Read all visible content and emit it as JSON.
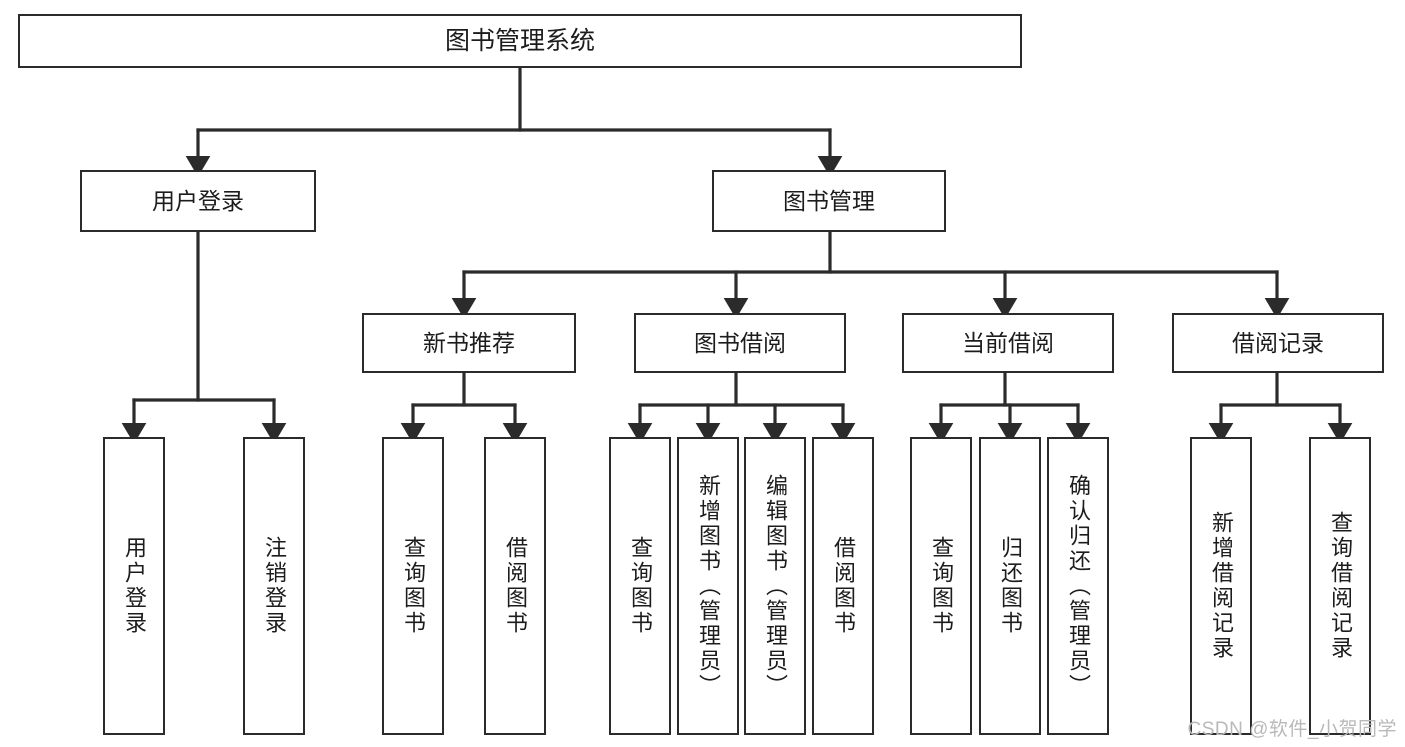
{
  "diagram": {
    "type": "tree",
    "title": "图书管理系统",
    "orientation": "top-down",
    "edge_style": "orthogonal-arrow",
    "colors": {
      "box_border": "#2b2b2b",
      "box_fill": "#ffffff",
      "text": "#1c1c1c",
      "edge": "#2b2b2b",
      "watermark": "#b9b9b9",
      "background": "#ffffff"
    },
    "root": {
      "id": "root",
      "label": "图书管理系统",
      "orientation": "horizontal"
    },
    "level2": [
      {
        "id": "user-login",
        "label": "用户登录",
        "orientation": "horizontal"
      },
      {
        "id": "book-manage",
        "label": "图书管理",
        "orientation": "horizontal"
      }
    ],
    "level3": [
      {
        "id": "new-book-recommend",
        "label": "新书推荐",
        "orientation": "horizontal",
        "parent": "book-manage"
      },
      {
        "id": "book-borrow",
        "label": "图书借阅",
        "orientation": "horizontal",
        "parent": "book-manage"
      },
      {
        "id": "current-borrow",
        "label": "当前借阅",
        "orientation": "horizontal",
        "parent": "book-manage"
      },
      {
        "id": "borrow-record",
        "label": "借阅记录",
        "orientation": "horizontal",
        "parent": "book-manage"
      }
    ],
    "leaves": [
      {
        "id": "leaf-user-login",
        "label": "用户登录",
        "parent": "user-login",
        "orientation": "vertical"
      },
      {
        "id": "leaf-user-logout",
        "label": "注销登录",
        "parent": "user-login",
        "orientation": "vertical"
      },
      {
        "id": "leaf-query-book-1",
        "label": "查询图书",
        "parent": "new-book-recommend",
        "orientation": "vertical"
      },
      {
        "id": "leaf-borrow-book-1",
        "label": "借阅图书",
        "parent": "new-book-recommend",
        "orientation": "vertical"
      },
      {
        "id": "leaf-query-book-2",
        "label": "查询图书",
        "parent": "book-borrow",
        "orientation": "vertical"
      },
      {
        "id": "leaf-add-book",
        "label": "新增图书（管理员）",
        "parent": "book-borrow",
        "orientation": "vertical"
      },
      {
        "id": "leaf-edit-book",
        "label": "编辑图书（管理员）",
        "parent": "book-borrow",
        "orientation": "vertical"
      },
      {
        "id": "leaf-borrow-book-2",
        "label": "借阅图书",
        "parent": "book-borrow",
        "orientation": "vertical"
      },
      {
        "id": "leaf-query-book-3",
        "label": "查询图书",
        "parent": "current-borrow",
        "orientation": "vertical"
      },
      {
        "id": "leaf-return-book",
        "label": "归还图书",
        "parent": "current-borrow",
        "orientation": "vertical"
      },
      {
        "id": "leaf-confirm-return",
        "label": "确认归还（管理员）",
        "parent": "current-borrow",
        "orientation": "vertical"
      },
      {
        "id": "leaf-add-record",
        "label": "新增借阅记录",
        "parent": "borrow-record",
        "orientation": "vertical"
      },
      {
        "id": "leaf-query-record",
        "label": "查询借阅记录",
        "parent": "borrow-record",
        "orientation": "vertical"
      }
    ],
    "watermark": "CSDN @软件_小贺同学"
  }
}
